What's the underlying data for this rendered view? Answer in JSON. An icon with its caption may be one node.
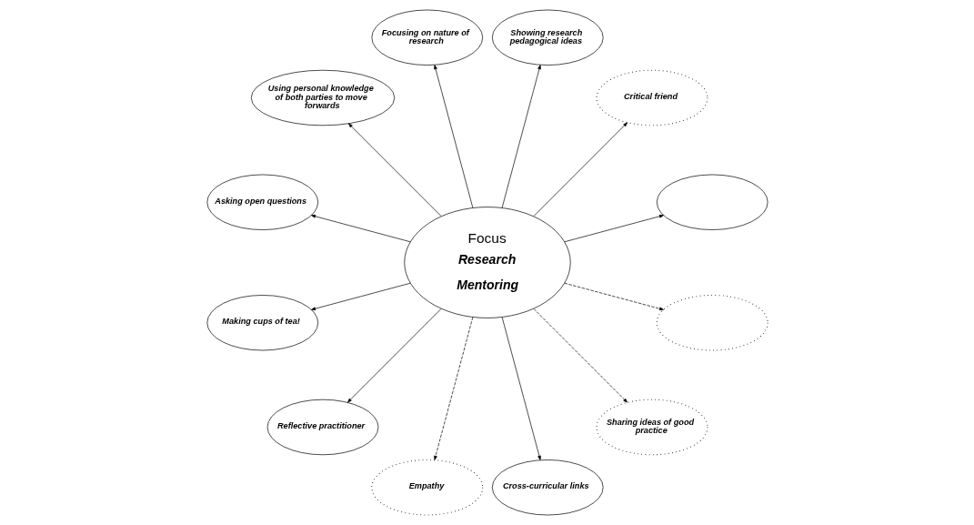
{
  "diagram": {
    "nodes": [
      {
        "text": [
          "Focus",
          "Research Mentoring"
        ]
      },
      {
        "text": [],
        "shape": "ellipse"
      },
      {
        "text": [
          "Critical friend"
        ]
      },
      {
        "text": [
          "Showing research pedagogical ideas"
        ]
      },
      {
        "text": [
          "Focusing on nature of research"
        ]
      },
      {
        "text": [
          "Using personal knowledge of both parties to move forwards"
        ]
      },
      {
        "text": [
          "Asking open questions"
        ]
      },
      {
        "text": [
          "Making cups of tea!"
        ]
      },
      {
        "text": [
          "Reflective practitioner"
        ]
      },
      {
        "text": [
          "Empathy"
        ]
      },
      {
        "text": [
          "Cross-curricular links"
        ]
      },
      {
        "text": [
          "Sharing ideas of good practice"
        ]
      },
      {
        "text": [],
        "shape": "ellipse"
      }
    ],
    "edges": [
      {
        "from": 0,
        "to": 1,
        "arrow": "to"
      },
      {
        "from": 0,
        "to": 2,
        "arrow": "to"
      },
      {
        "from": 0,
        "to": 3,
        "arrow": "to"
      },
      {
        "from": 0,
        "to": 4,
        "arrow": "to"
      },
      {
        "from": 0,
        "to": 5,
        "arrow": "to"
      },
      {
        "from": 0,
        "to": 6,
        "arrow": "to"
      },
      {
        "from": 0,
        "to": 7,
        "arrow": "to"
      },
      {
        "from": 0,
        "to": 8,
        "arrow": "to"
      },
      {
        "from": 0,
        "to": 9,
        "arrow": "to",
        "style": "dashed"
      },
      {
        "from": 0,
        "to": 10,
        "arrow": "to"
      },
      {
        "from": 0,
        "to": 11,
        "arrow": "to",
        "style": "dashed"
      },
      {
        "from": 0,
        "to": 12,
        "arrow": "to",
        "style": "dashed"
      }
    ]
  }
}
